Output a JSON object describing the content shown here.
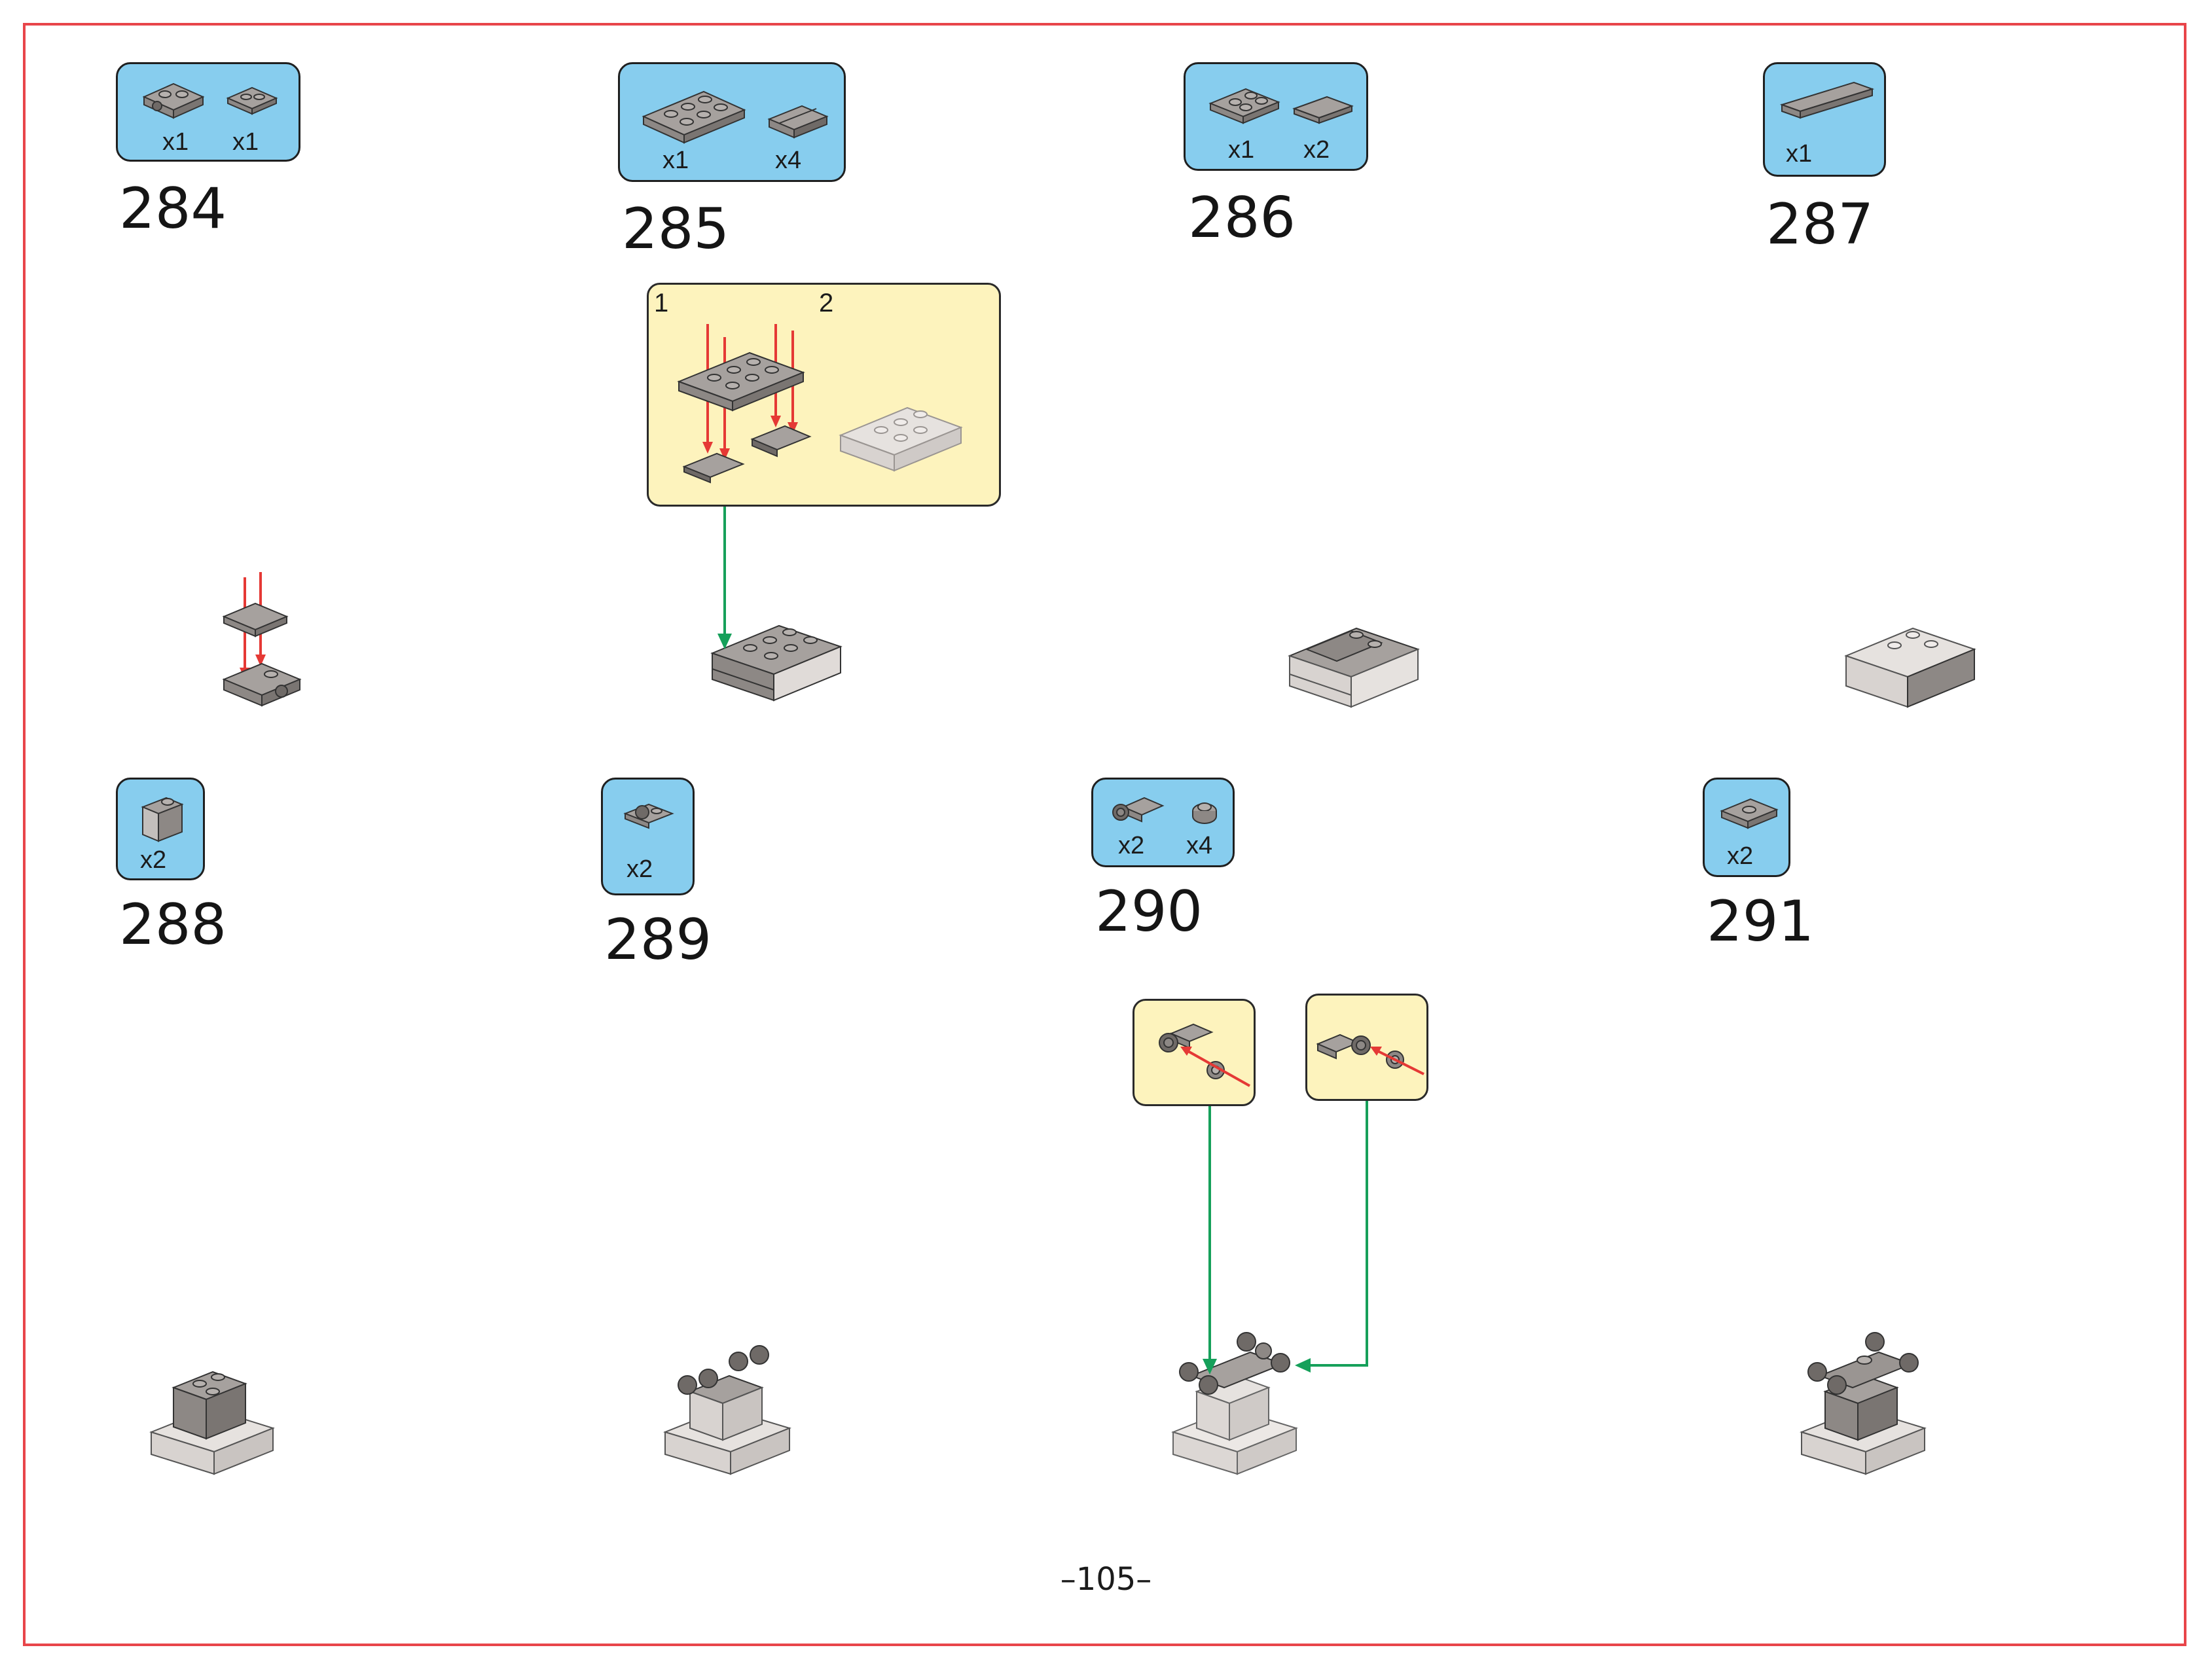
{
  "page": {
    "number": "–105–"
  },
  "colors": {
    "frame": "#e8454a",
    "parts_bg": "#87cdee",
    "callout_bg": "#fdf3bd",
    "arrow_red": "#e53935",
    "arrow_green": "#16a05a",
    "brick_dark": "#9a9592",
    "brick_light": "#d8d3d0"
  },
  "steps": [
    {
      "number": "284",
      "parts": [
        {
          "icon": "bracket-plate-icon",
          "qty": "x1"
        },
        {
          "icon": "plate-1x2-icon",
          "qty": "x1"
        }
      ]
    },
    {
      "number": "285",
      "parts": [
        {
          "icon": "plate-2x4-icon",
          "qty": "x1"
        },
        {
          "icon": "tile-clip-icon",
          "qty": "x4"
        }
      ],
      "callout": {
        "substeps": [
          "1",
          "2"
        ]
      }
    },
    {
      "number": "286",
      "parts": [
        {
          "icon": "plate-2x2-icon",
          "qty": "x1"
        },
        {
          "icon": "tile-1x2-icon",
          "qty": "x2"
        }
      ]
    },
    {
      "number": "287",
      "parts": [
        {
          "icon": "tile-1x4-icon",
          "qty": "x1"
        }
      ]
    },
    {
      "number": "288",
      "parts": [
        {
          "icon": "brick-1x2-round-icon",
          "qty": "x2"
        }
      ]
    },
    {
      "number": "289",
      "parts": [
        {
          "icon": "plate-clip-icon",
          "qty": "x2"
        }
      ]
    },
    {
      "number": "290",
      "parts": [
        {
          "icon": "bracket-round-icon",
          "qty": "x2"
        },
        {
          "icon": "round-plate-icon",
          "qty": "x4"
        }
      ]
    },
    {
      "number": "291",
      "parts": [
        {
          "icon": "plate-jumper-icon",
          "qty": "x2"
        }
      ]
    }
  ]
}
